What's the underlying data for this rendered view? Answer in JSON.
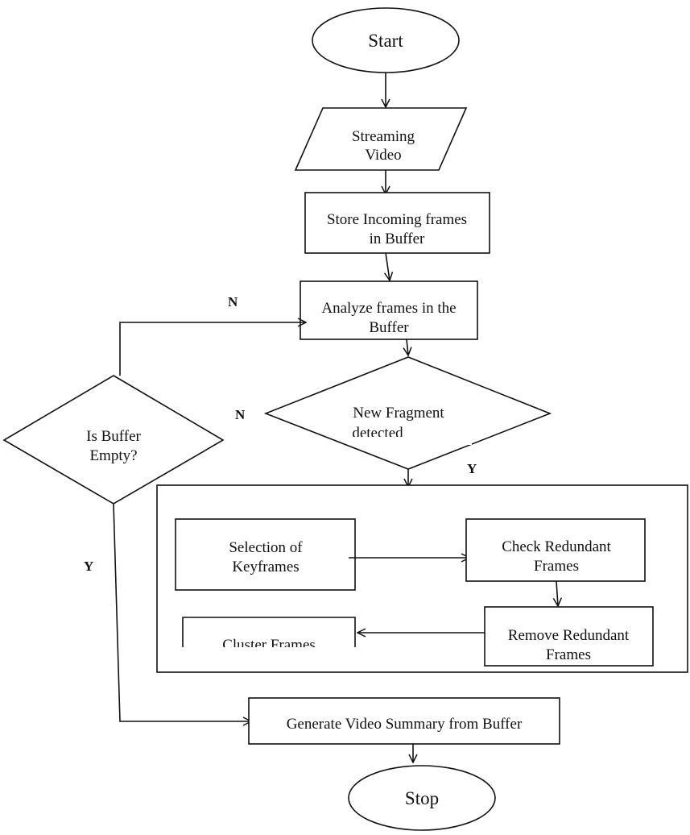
{
  "nodes": {
    "start": "Start",
    "streaming_video": [
      "Streaming",
      "Video"
    ],
    "store_frames": [
      "Store Incoming frames",
      "in Buffer"
    ],
    "analyze_frames": [
      "Analyze frames in the",
      "Buffer"
    ],
    "new_fragment": [
      "New Fragment",
      "detected"
    ],
    "is_buffer_empty": [
      "Is Buffer",
      "Empty?"
    ],
    "selection_keyframes": [
      "Selection of",
      "Keyframes"
    ],
    "check_redundant": [
      "Check Redundant",
      "Frames"
    ],
    "remove_redundant": [
      "Remove Redundant",
      "Frames"
    ],
    "cluster_frames": "Cluster Frames",
    "generate_summary": "Generate Video Summary from Buffer",
    "stop": "Stop"
  },
  "edge_labels": {
    "buffer_to_analyze_no": "N",
    "fragment_no": "N",
    "fragment_yes": "Y",
    "buffer_yes": "Y"
  }
}
